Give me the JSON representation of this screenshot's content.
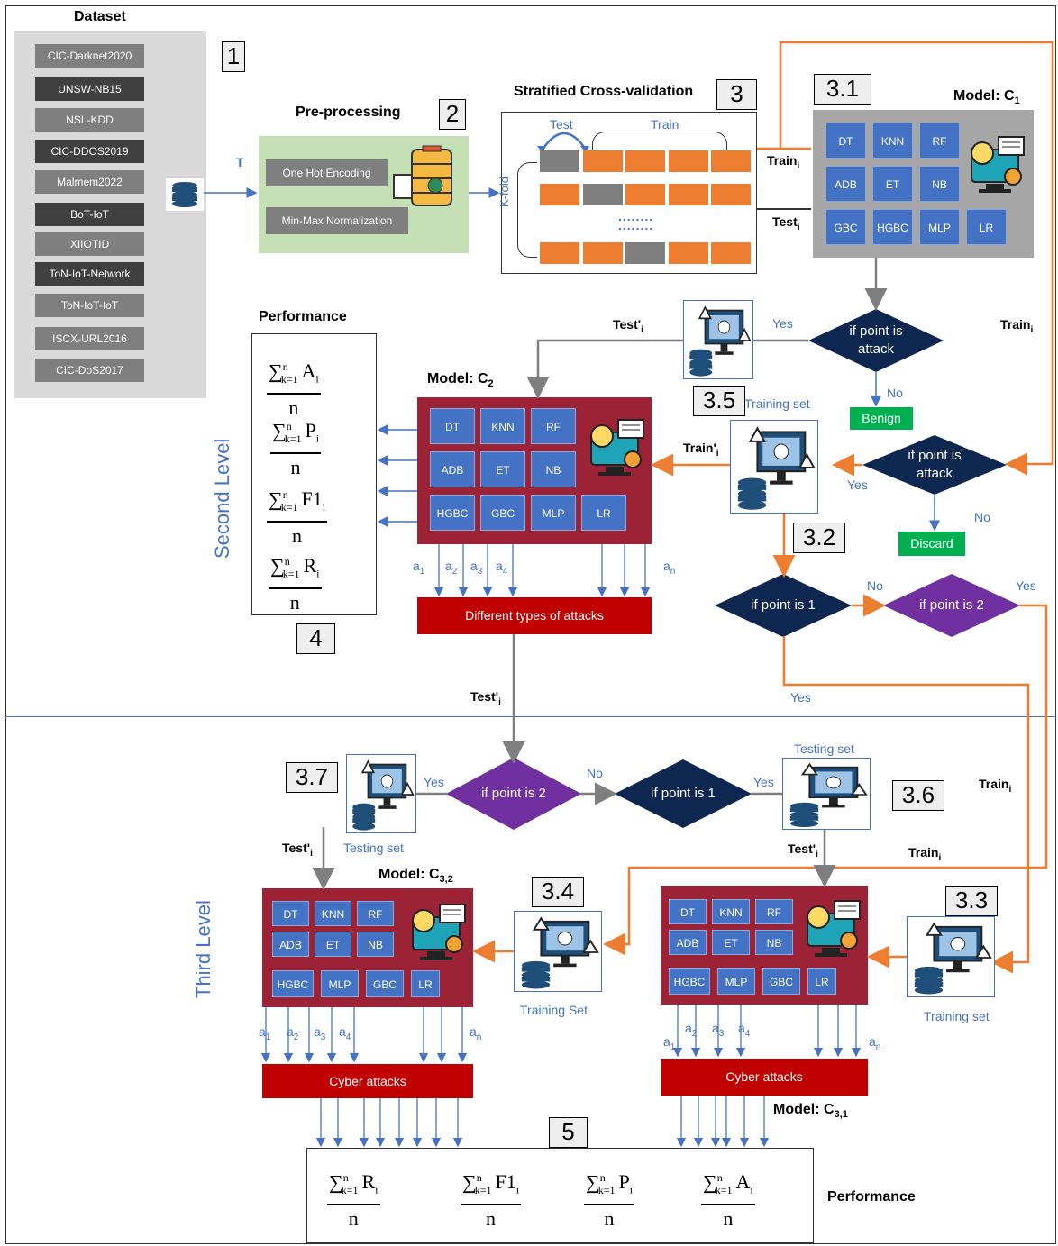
{
  "dataset": {
    "title": "Dataset",
    "items": [
      "CIC-Darknet2020",
      "UNSW-NB15",
      "NSL-KDD",
      "CIC-DDOS2019",
      "Malmem2022",
      "BoT-IoT",
      "XIIOTID",
      "ToN-IoT-Network",
      "ToN-IoT-IoT",
      "ISCX-URL2016",
      "CIC-DoS2017"
    ]
  },
  "steps": {
    "s1": "1",
    "s2": "2",
    "s3": "3",
    "s3_1": "3.1",
    "s3_2": "3.2",
    "s3_3": "3.3",
    "s3_4": "3.4",
    "s3_5": "3.5",
    "s3_6": "3.6",
    "s3_7": "3.7",
    "s4": "4",
    "s5": "5"
  },
  "labels": {
    "T": "T",
    "preprocessing": "Pre-processing",
    "one_hot": "One Hot Encoding",
    "min_max": "Min-Max Normalization",
    "stratified": "Stratified Cross-validation",
    "test": "Test",
    "train": "Train",
    "kfold": "K-fold",
    "dots": "........",
    "model_c1": "Model: C",
    "model_c1_sub": "1",
    "model_c2": "Model: C",
    "model_c2_sub": "2",
    "model_c32": "Model: C",
    "model_c32_sub": "3,2",
    "model_c31": "Model: C",
    "model_c31_sub": "3,1",
    "train_i": "Train",
    "test_i": "Test",
    "sub_i": "i",
    "test_prime": "Test'",
    "train_prime": "Train'",
    "performance": "Performance",
    "second_level": "Second Level",
    "third_level": "Third Level",
    "if_attack": "if point is attack",
    "if_point_1": "if point is 1",
    "if_point_2": "if point is 2",
    "yes": "Yes",
    "no": "No",
    "benign": "Benign",
    "discard": "Discard",
    "training_set": "Training set",
    "training_set_cap": "Training Set",
    "testing_set": "Testing set",
    "different_attacks": "Different types of attacks",
    "cyber_attacks": "Cyber attacks",
    "a1": "a1",
    "a2": "a2",
    "a3": "a3",
    "a4": "a4",
    "an": "an"
  },
  "models": {
    "c1": [
      "DT",
      "KNN",
      "RF",
      "ADB",
      "ET",
      "NB",
      "GBC",
      "HGBC",
      "MLP",
      "LR"
    ],
    "c2": [
      "DT",
      "KNN",
      "RF",
      "ADB",
      "ET",
      "NB",
      "HGBC",
      "GBC",
      "MLP",
      "LR"
    ],
    "c32": [
      "DT",
      "KNN",
      "RF",
      "ADB",
      "ET",
      "NB",
      "HGBC",
      "MLP",
      "GBC",
      "LR"
    ],
    "c31": [
      "DT",
      "KNN",
      "RF",
      "ADB",
      "ET",
      "NB",
      "HGBC",
      "MLP",
      "GBC",
      "LR"
    ]
  },
  "metrics": {
    "sum_top": "∑",
    "sum_sup": "n",
    "sum_sub": "k=1",
    "den": "n",
    "A": "A",
    "P": "P",
    "F1": "F1",
    "R": "R",
    "i": "i"
  },
  "colors": {
    "orange": "#ed7d31",
    "blue": "#4472c4",
    "gray": "#7f7f7f",
    "navy": "#0d2751",
    "purple": "#7030a0",
    "maroon": "#9b2335",
    "red": "#c00000",
    "green": "#00b050"
  }
}
